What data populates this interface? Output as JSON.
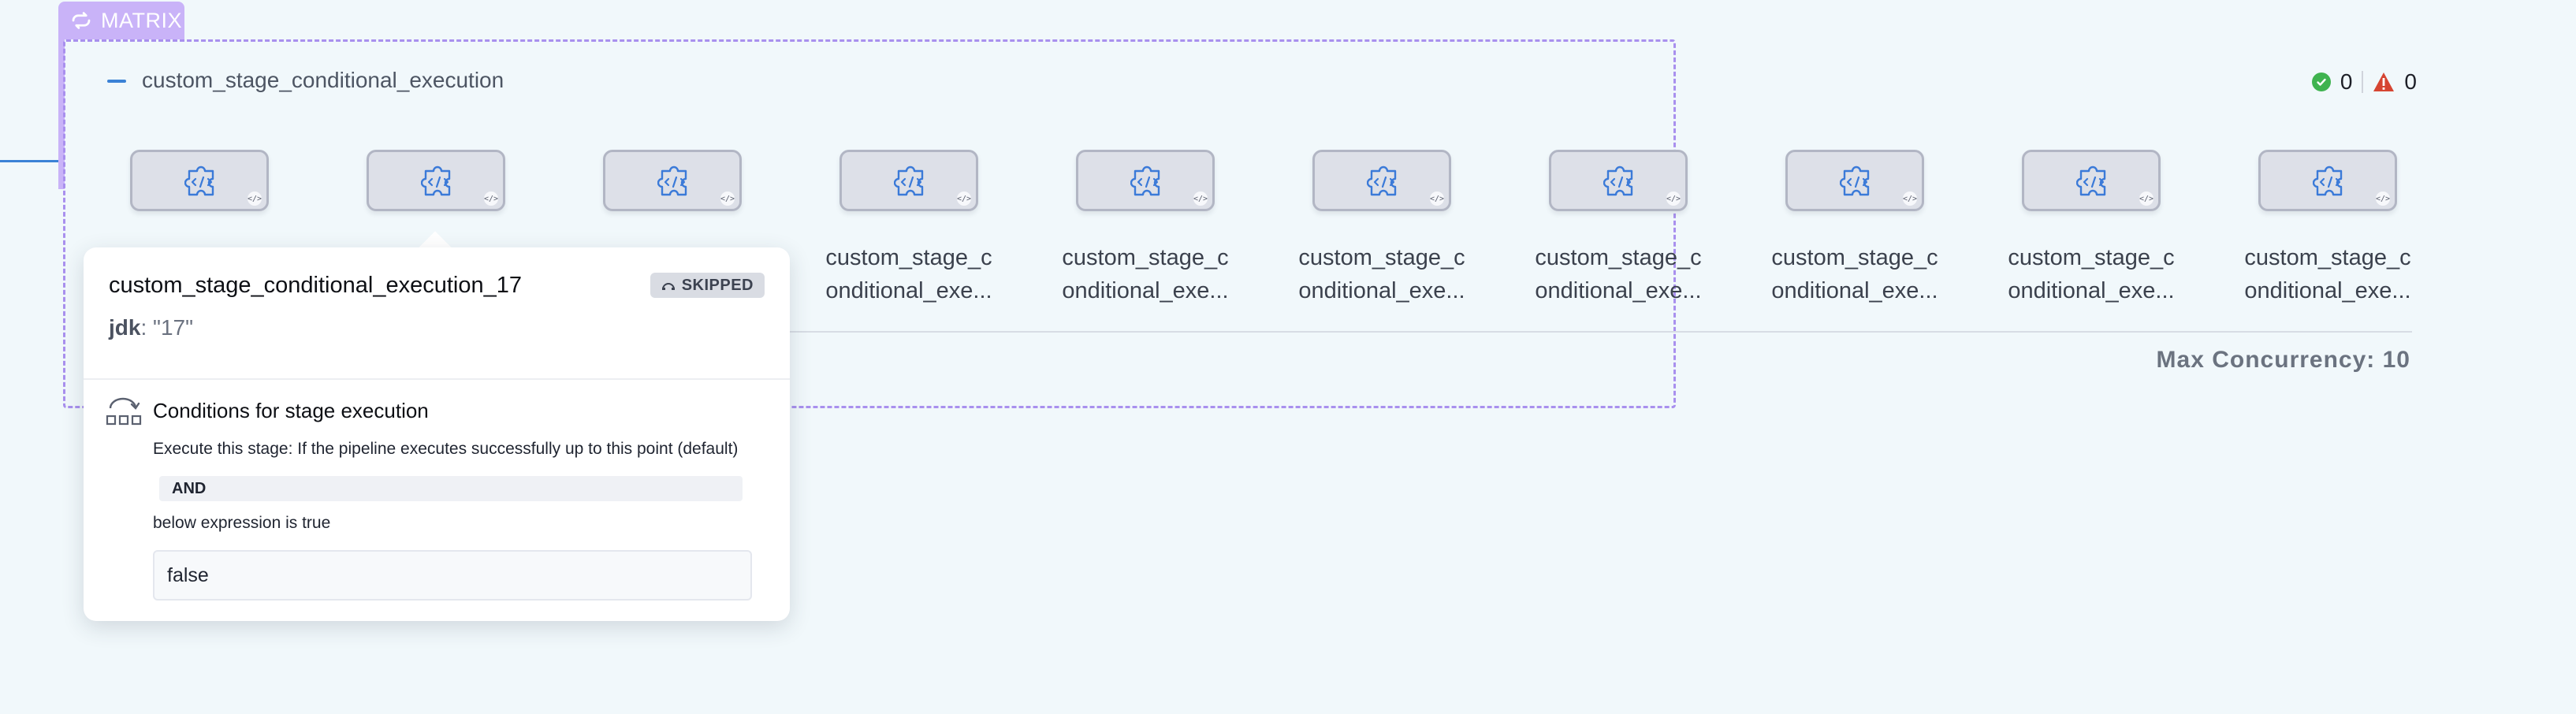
{
  "matrix": {
    "label": "MATRIX",
    "stage_name": "custom_stage_conditional_execution",
    "success_count": "0",
    "failure_count": "0",
    "max_concurrency": "Max Concurrency: 10"
  },
  "nodes": [
    {
      "label_line1": "",
      "label_line2": ""
    },
    {
      "label_line1": "",
      "label_line2": ""
    },
    {
      "label_line1": "",
      "label_line2": ""
    },
    {
      "label_line1": "custom_stage_c",
      "label_line2": "onditional_exe..."
    },
    {
      "label_line1": "custom_stage_c",
      "label_line2": "onditional_exe..."
    },
    {
      "label_line1": "custom_stage_c",
      "label_line2": "onditional_exe..."
    },
    {
      "label_line1": "custom_stage_c",
      "label_line2": "onditional_exe..."
    },
    {
      "label_line1": "custom_stage_c",
      "label_line2": "onditional_exe..."
    },
    {
      "label_line1": "custom_stage_c",
      "label_line2": "onditional_exe..."
    },
    {
      "label_line1": "custom_stage_c",
      "label_line2": "onditional_exe..."
    }
  ],
  "tooltip": {
    "title": "custom_stage_conditional_execution_17",
    "badge": "SKIPPED",
    "matrix_key": "jdk",
    "matrix_value": ": \"17\"",
    "conditions_title": "Conditions for stage execution",
    "execute_text": "Execute this stage: If the pipeline executes successfully up to this point (default)",
    "operator": "AND",
    "below_text": "below expression is true",
    "expression": "false"
  },
  "colors": {
    "background": "#f1f8fb",
    "matrix_accent": "#c9b3f8",
    "connector": "#3b82d6",
    "success": "#3fb34f",
    "warning": "#d64532"
  },
  "icons": {
    "matrix_tab": "loop-icon",
    "node": "puzzle-code-icon",
    "success": "check-circle-icon",
    "warning": "warning-triangle-icon",
    "conditions": "conditional-execution-icon",
    "skipped": "skip-icon"
  }
}
